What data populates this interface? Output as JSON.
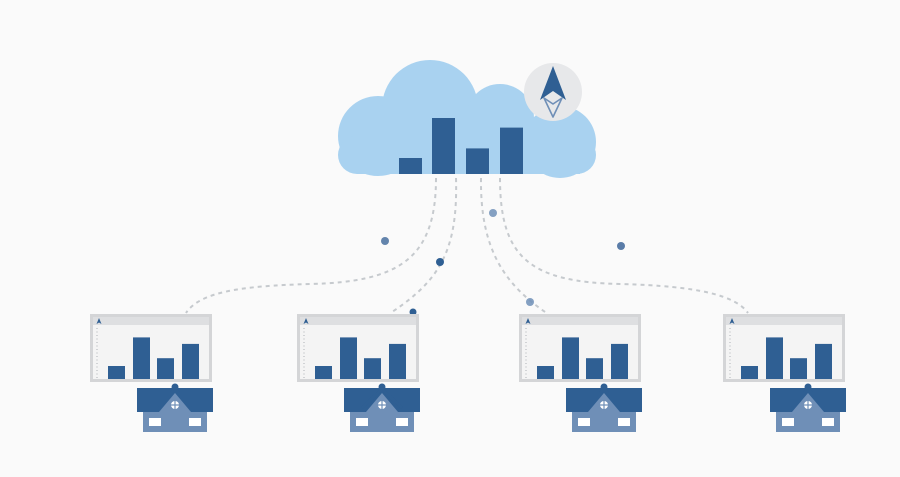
{
  "colors": {
    "background": "#fafafa",
    "cloud": "#a9d2f0",
    "bar": "#2f5f93",
    "connector": "#c6cace",
    "dot": "#486e9e",
    "window_frame": "#d4d5d7",
    "window_title": "#dedfe1",
    "window_body": "#f4f4f4",
    "house_roof": "#2f5f93",
    "house_body": "#6f8fb7",
    "badge_bg": "#e7e8ea"
  },
  "icons": {
    "logo": "compass-logo-icon",
    "house": "house-icon",
    "mini_logo": "mini-logo-icon"
  },
  "cloud_chart": {
    "values": [
      1,
      3.5,
      1.6,
      2.9
    ]
  },
  "dashboards": [
    {
      "id": "panel-1",
      "values": [
        1,
        3.2,
        1.6,
        2.7
      ]
    },
    {
      "id": "panel-2",
      "values": [
        1,
        3.2,
        1.6,
        2.7
      ]
    },
    {
      "id": "panel-3",
      "values": [
        1,
        3.2,
        1.6,
        2.7
      ]
    },
    {
      "id": "panel-4",
      "values": [
        1,
        3.2,
        1.6,
        2.7
      ]
    }
  ]
}
